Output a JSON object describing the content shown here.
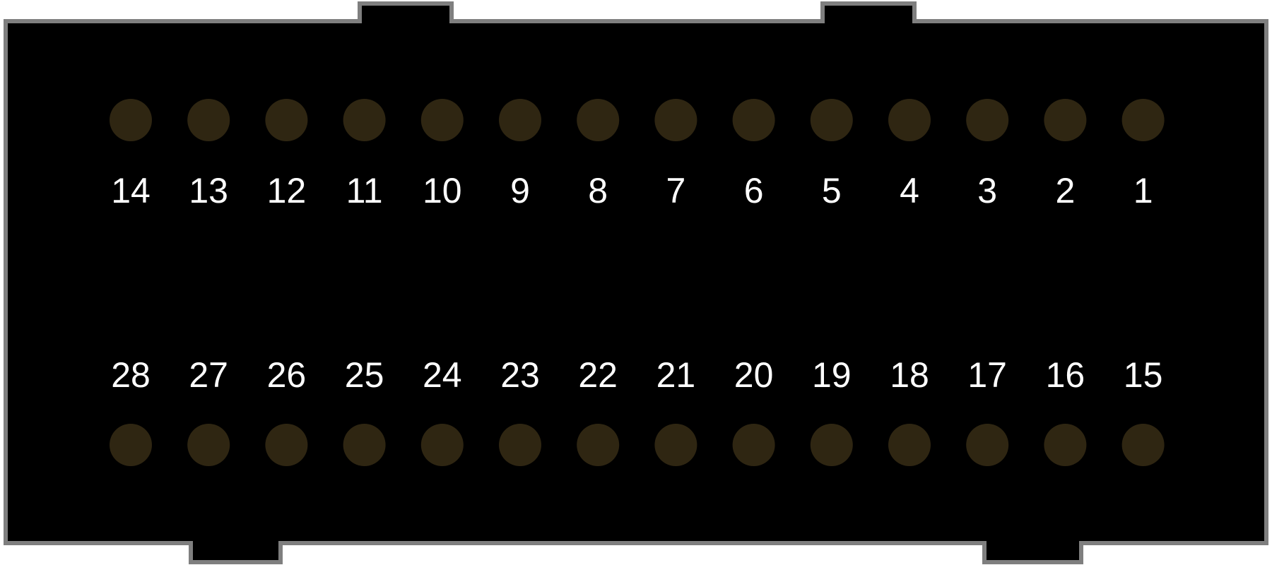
{
  "connector": {
    "body_color": "#000000",
    "outline_color": "#7f7f7f",
    "pin_color": "#2f2612",
    "label_color": "#ffffff",
    "top_row": [
      "14",
      "13",
      "12",
      "11",
      "10",
      "9",
      "8",
      "7",
      "6",
      "5",
      "4",
      "3",
      "2",
      "1"
    ],
    "bottom_row": [
      "28",
      "27",
      "26",
      "25",
      "24",
      "23",
      "22",
      "21",
      "20",
      "19",
      "18",
      "17",
      "16",
      "15"
    ]
  }
}
